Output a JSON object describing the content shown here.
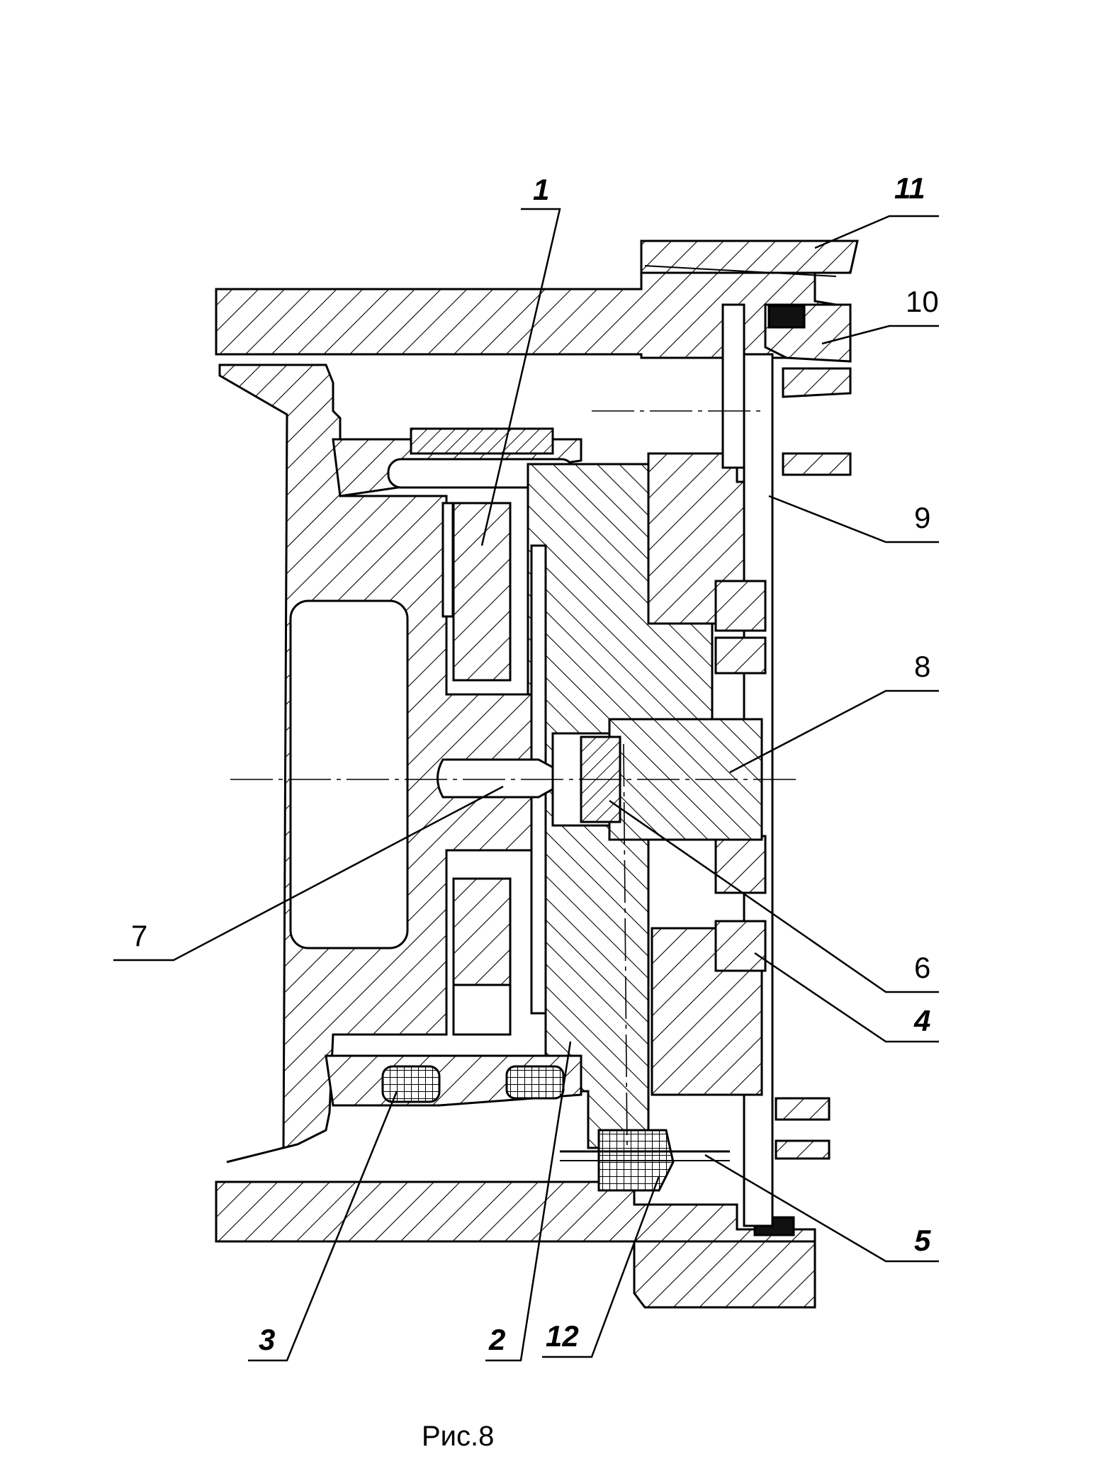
{
  "figure": {
    "caption": "Рис.8",
    "labels": [
      {
        "id": "1",
        "text": "1",
        "bold": true
      },
      {
        "id": "2",
        "text": "2",
        "bold": true
      },
      {
        "id": "3",
        "text": "3",
        "bold": true
      },
      {
        "id": "4",
        "text": "4",
        "bold": true
      },
      {
        "id": "5",
        "text": "5",
        "bold": true
      },
      {
        "id": "6",
        "text": "6",
        "bold": false
      },
      {
        "id": "7",
        "text": "7",
        "bold": false
      },
      {
        "id": "8",
        "text": "8",
        "bold": false
      },
      {
        "id": "9",
        "text": "9",
        "bold": false
      },
      {
        "id": "10",
        "text": "10",
        "bold": false
      },
      {
        "id": "11",
        "text": "11",
        "bold": true
      },
      {
        "id": "12",
        "text": "12",
        "bold": true
      }
    ]
  }
}
